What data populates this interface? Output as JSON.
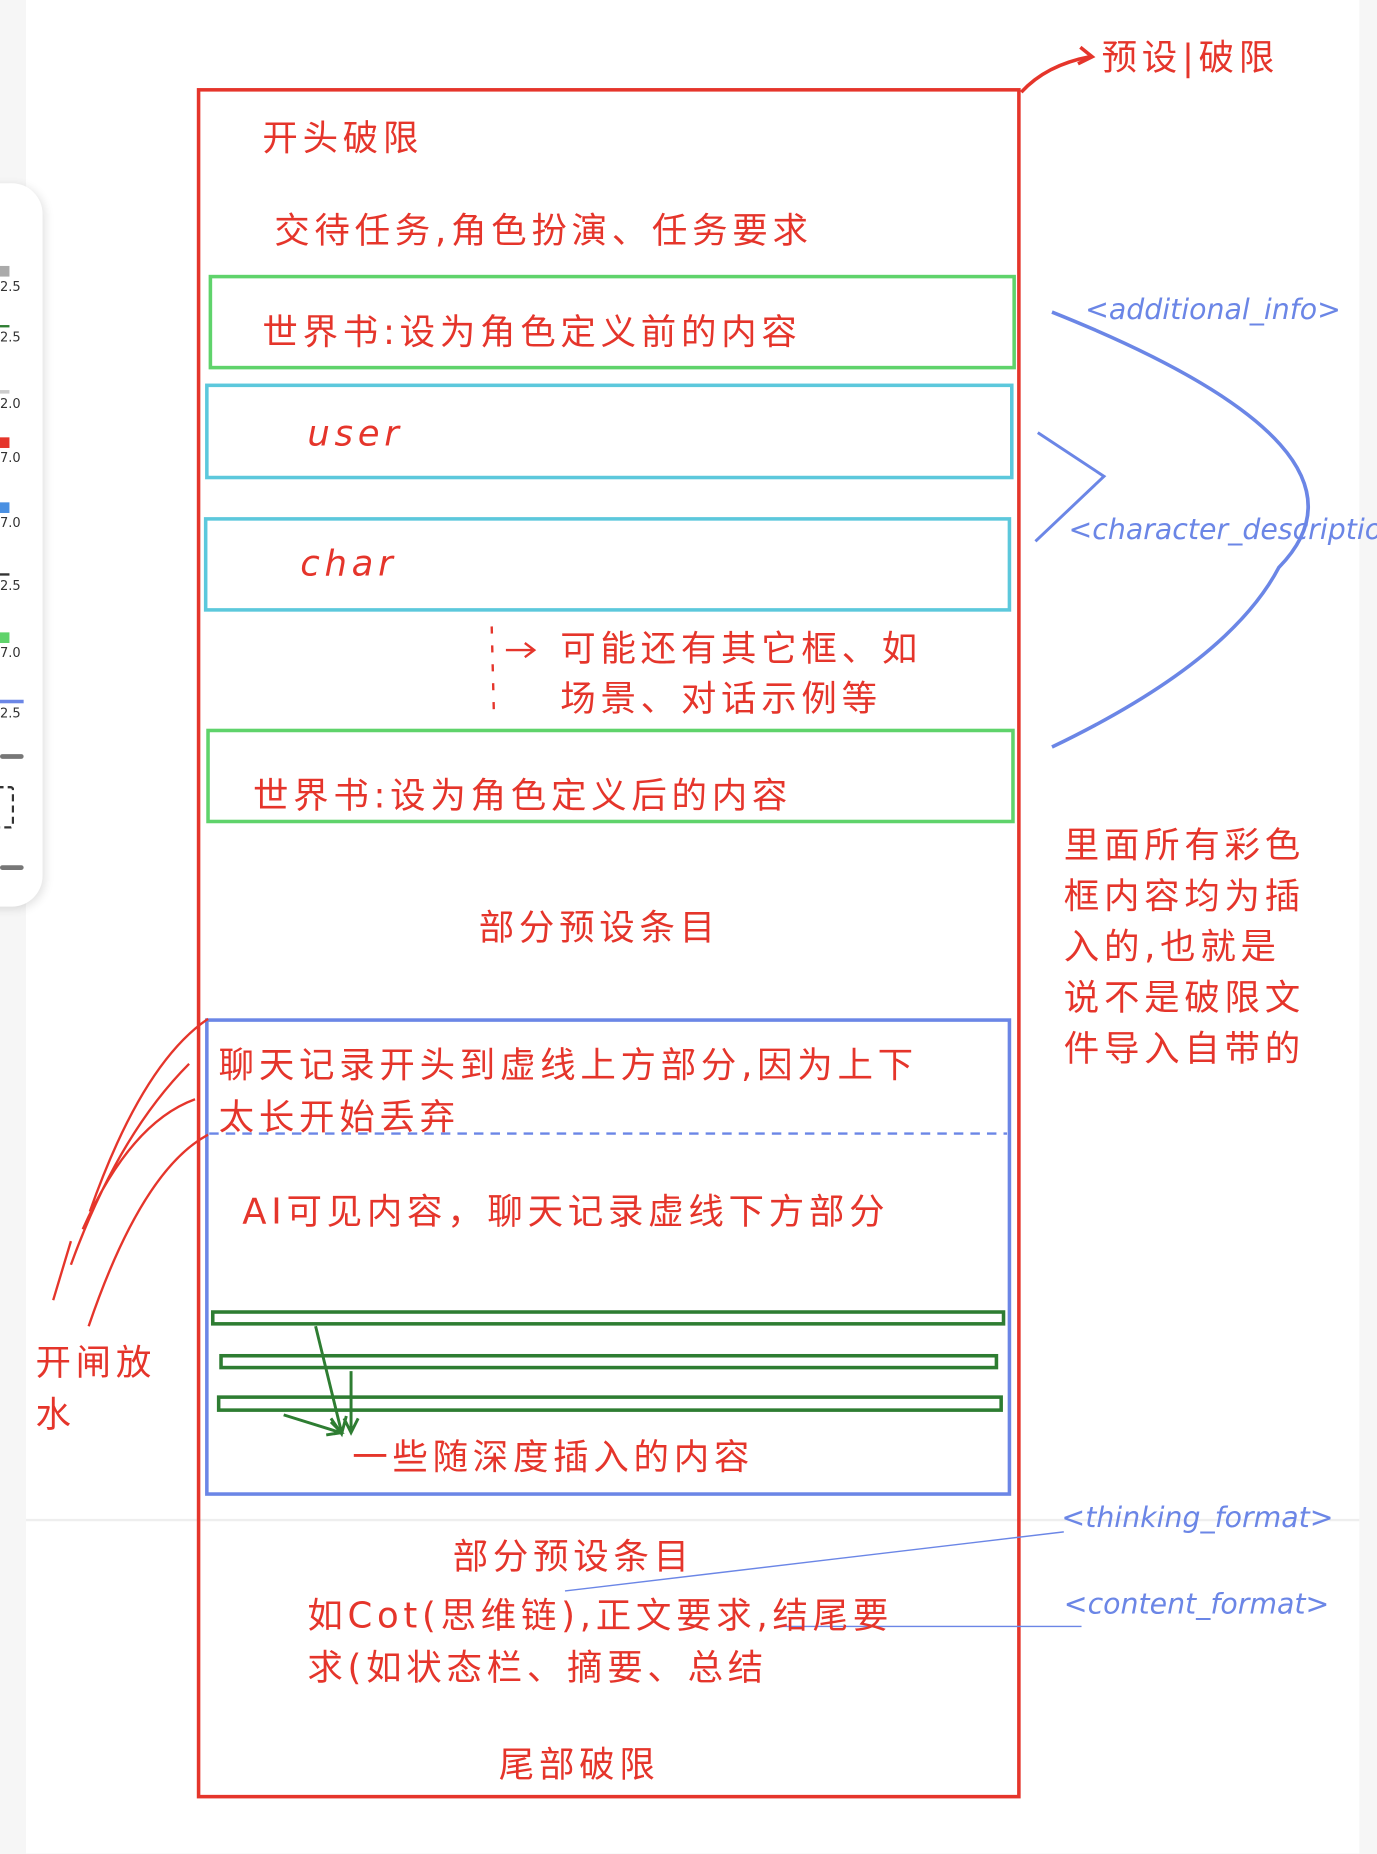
{
  "colors": {
    "red": "#e5352b",
    "green": "#5fd36b",
    "cyan": "#5cc8dc",
    "blue": "#6b86e6",
    "dark_green": "#2e7d32"
  },
  "toolbar": {
    "items": [
      {
        "icon": "pen-icon",
        "size": "2.5",
        "color": "#888888"
      },
      {
        "icon": "pen-icon",
        "size": "2.5",
        "color": "#2e7d32"
      },
      {
        "icon": "pen-icon",
        "size": "2.0",
        "color": "#bbbbbb"
      },
      {
        "icon": "highlighter-icon",
        "size": "7.0",
        "color": "#e5352b"
      },
      {
        "icon": "highlighter-icon",
        "size": "7.0",
        "color": "#4a90e2"
      },
      {
        "icon": "pen-icon",
        "size": "2.5",
        "color": "#333333"
      },
      {
        "icon": "highlighter-icon",
        "size": "7.0",
        "color": "#5fd36b"
      },
      {
        "icon": "pen-icon",
        "size": "2.5",
        "color": "#6b86e6"
      }
    ]
  },
  "diagram": {
    "preset_label": "预设|破限",
    "header_jailbreak": "开头破限",
    "task_line": "交待任务,角色扮演、任务要求",
    "worldbook_before": "世界书:设为角色定义前的内容",
    "user": "user",
    "char": "char",
    "other_boxes": [
      "可能还有其它框、如",
      "场景、对话示例等"
    ],
    "worldbook_after": "世界书:设为角色定义后的内容",
    "partial_preset_1": "部分预设条目",
    "chat_history_top": [
      "聊天记录开头到虚线上方部分,因为上下",
      "太长开始丢弃"
    ],
    "ai_visible": "AI可见内容，聊天记录虚线下方部分",
    "depth_insert": "一些随深度插入的内容",
    "partial_preset_2": "部分预设条目",
    "cot_lines": [
      "如Cot(思维链),正文要求,结尾要",
      "求(如状态栏、摘要、总结"
    ],
    "tail_jailbreak": "尾部破限",
    "additional_info": "<additional_info>",
    "character_description": "<character_description>",
    "note": [
      "里面所有彩色",
      "框内容均为插",
      "入的,也就是",
      "说不是破限文",
      "件导入自带的"
    ],
    "open_gate": [
      "开闸放",
      "水"
    ],
    "thinking_format": "<thinking_format>",
    "content_format": "<content_format>"
  }
}
